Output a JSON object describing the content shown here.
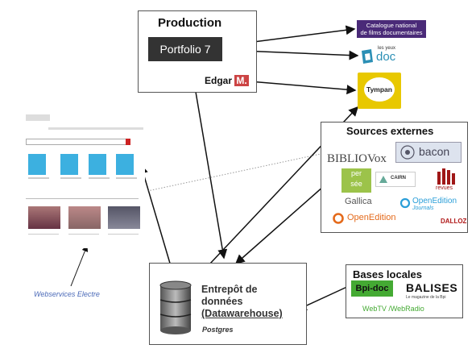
{
  "production": {
    "title": "Production",
    "portfolio_label": "Portfolio 7",
    "edgar_label": "Edgar",
    "edgar_badge": "M."
  },
  "destinations": {
    "catalogue_line1": "Catalogue national",
    "catalogue_line2": "de films documentaires",
    "lesyeux_small": "les yeux",
    "lesyeux_big": "doc",
    "tympan_label": "Tympan"
  },
  "sources_externes": {
    "title": "Sources  externes",
    "logos": {
      "bibliovox": "BIBLIOVox",
      "bacon": "bacon",
      "persee_top": "per",
      "persee_bottom": "sée",
      "cairn": "CAIRN",
      "revues": "revues",
      "gallica": "Gallica",
      "openedition_journals": "OpenEdition",
      "openedition_journals_sub": "Journals",
      "openedition": "OpenEdition",
      "dalloz": "DALLOZ"
    }
  },
  "bases_locales": {
    "title": "Bases locales",
    "bpidoc": "Bpi-doc",
    "balises": "BALISES",
    "balises_sub": "Le magazine de la Bpi",
    "webtv": "WebTV /WebRadio"
  },
  "entrepot": {
    "line1": "Entrepôt de",
    "line2": "données",
    "line3": "(Datawarehouse)",
    "sub": "Postgres"
  },
  "webservices_label": "Webservices Electre",
  "colors": {
    "catalogue_bg": "#4a2a78",
    "tympan_bg": "#e8c800",
    "bpidoc_bg": "#44aa33",
    "webservices_text": "#4b6ab8"
  }
}
